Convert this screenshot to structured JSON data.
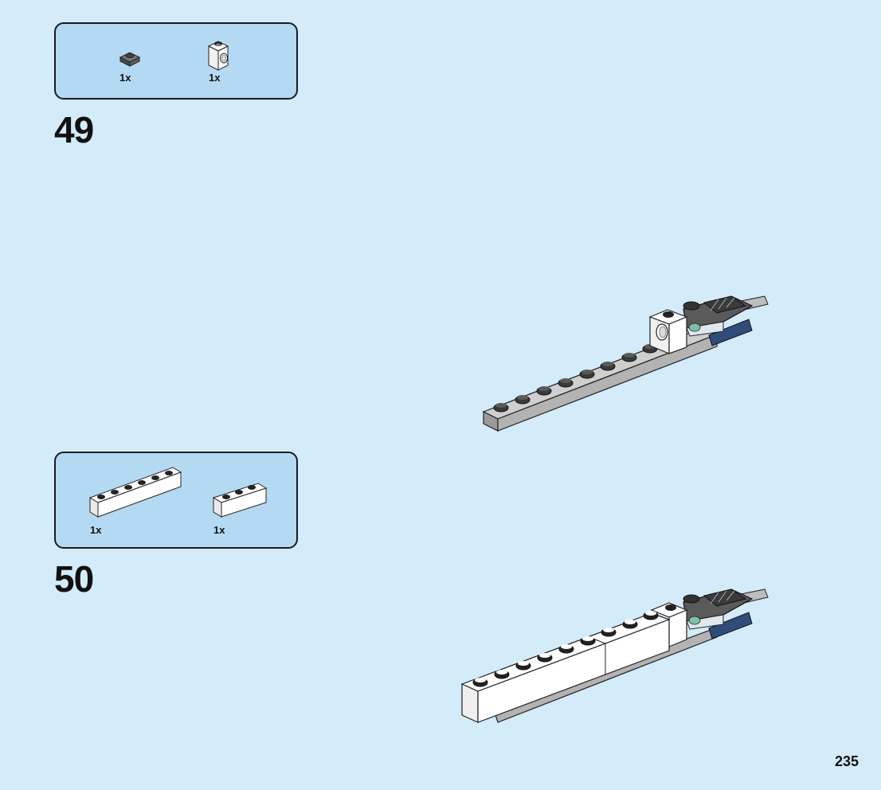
{
  "steps": [
    {
      "number": "49",
      "parts": [
        {
          "icon": "dark-gray-1x1-plate-icon",
          "qty": "1x"
        },
        {
          "icon": "white-1x1-brick-with-hole-icon",
          "qty": "1x"
        }
      ]
    },
    {
      "number": "50",
      "parts": [
        {
          "icon": "white-1x6-brick-icon",
          "qty": "1x"
        },
        {
          "icon": "white-1x3-brick-icon",
          "qty": "1x"
        }
      ]
    }
  ],
  "page_number": "235",
  "colors": {
    "background": "#d4ebfa",
    "parts_box": "#b4d9f3",
    "dark_gray": "#6b6b6b",
    "light_gray": "#a8a8a8",
    "white": "#ffffff",
    "dark_blue": "#2f4d7a"
  }
}
